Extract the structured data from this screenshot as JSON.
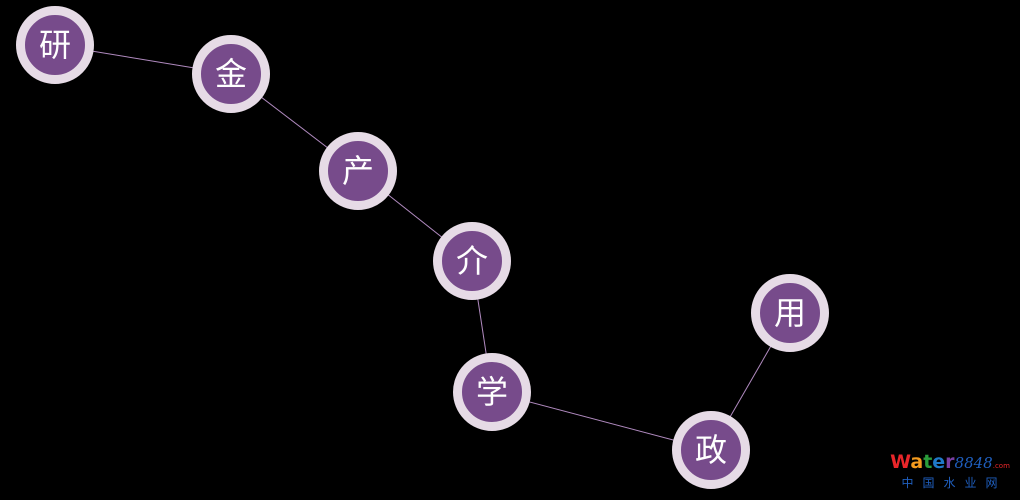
{
  "nodes": {
    "yan": "研",
    "jin": "金",
    "chan": "产",
    "jie": "介",
    "xue": "学",
    "zheng": "政",
    "yong": "用"
  },
  "links": [
    [
      "yan",
      "jin"
    ],
    [
      "jin",
      "chan"
    ],
    [
      "chan",
      "jie"
    ],
    [
      "jie",
      "xue"
    ],
    [
      "xue",
      "zheng"
    ],
    [
      "zheng",
      "yong"
    ]
  ],
  "colors": {
    "background": "#000000",
    "node_fill": "#774b8b",
    "node_ring": "#e6dbe6",
    "link": "#b08abf",
    "label": "#ffffff"
  },
  "watermark": {
    "w": "W",
    "a": "a",
    "t": "t",
    "e": "e",
    "r": "r",
    "number": "8848",
    "suffix": ".com",
    "subtitle": "中国水业网"
  }
}
